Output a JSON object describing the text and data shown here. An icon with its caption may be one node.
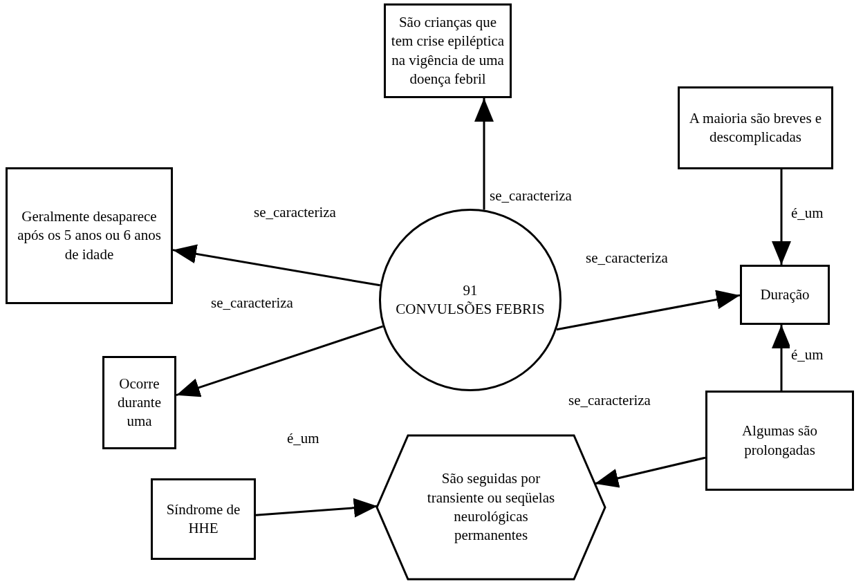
{
  "diagram": {
    "nodes": [
      {
        "text": [
          "91",
          "CONVULSÕES FEBRIS"
        ]
      },
      {
        "text": [
          "São crianças que tem crise epiléptica na vigência de uma doença febril"
        ]
      },
      {
        "text": [
          "A maioria são breves e descomplicadas"
        ]
      },
      {
        "text": [
          "Geralmente desaparece após os 5 anos ou 6 anos de idade"
        ]
      },
      {
        "text": [
          "Duração"
        ]
      },
      {
        "text": [
          "Ocorre durante uma"
        ]
      },
      {
        "text": [
          "Algumas são prolongadas"
        ]
      },
      {
        "text": [
          "Síndrome de HHE"
        ]
      },
      {
        "text": [
          "São seguidas por transiente ou seqüelas neurológicas permanentes"
        ]
      }
    ],
    "edges": [
      {
        "from": 0,
        "to": 1,
        "arrow": "to",
        "label": "se_caracteriza"
      },
      {
        "from": 0,
        "to": 3,
        "arrow": "to",
        "label": "se_caracteriza"
      },
      {
        "from": 0,
        "to": 4,
        "arrow": "to",
        "label": "se_caracteriza"
      },
      {
        "from": 0,
        "to": 5,
        "arrow": "to",
        "label": "se_caracteriza"
      },
      {
        "from": 2,
        "to": 4,
        "arrow": "to",
        "label": "é_um"
      },
      {
        "from": 6,
        "to": 4,
        "arrow": "to",
        "label": "é_um"
      },
      {
        "from": 6,
        "to": 8,
        "arrow": "to",
        "label": "se_caracteriza"
      },
      {
        "from": 7,
        "to": 8,
        "arrow": "to",
        "label": "é_um"
      }
    ]
  }
}
